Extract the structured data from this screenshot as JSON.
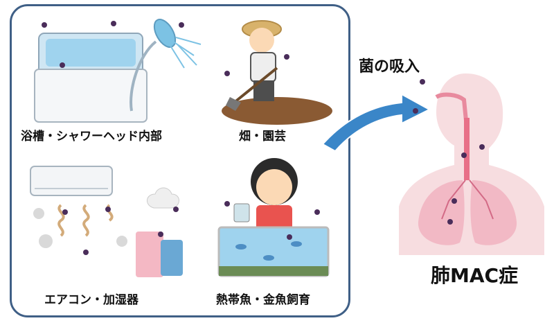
{
  "sources": [
    {
      "id": "bath",
      "label": "浴槽・シャワーヘッド内部"
    },
    {
      "id": "field",
      "label": "畑・園芸"
    },
    {
      "id": "aircon",
      "label": "エアコン・加湿器"
    },
    {
      "id": "fish",
      "label": "熱帯魚・金魚飼育"
    }
  ],
  "inhalation_label": "菌の吸入",
  "disease_label": "肺MAC症",
  "colors": {
    "frame": "#3f5f86",
    "arrow": "#3a86c8",
    "germ": "#4a2d5a",
    "lung": "#f2b9c5",
    "body": "#f7dde0"
  }
}
